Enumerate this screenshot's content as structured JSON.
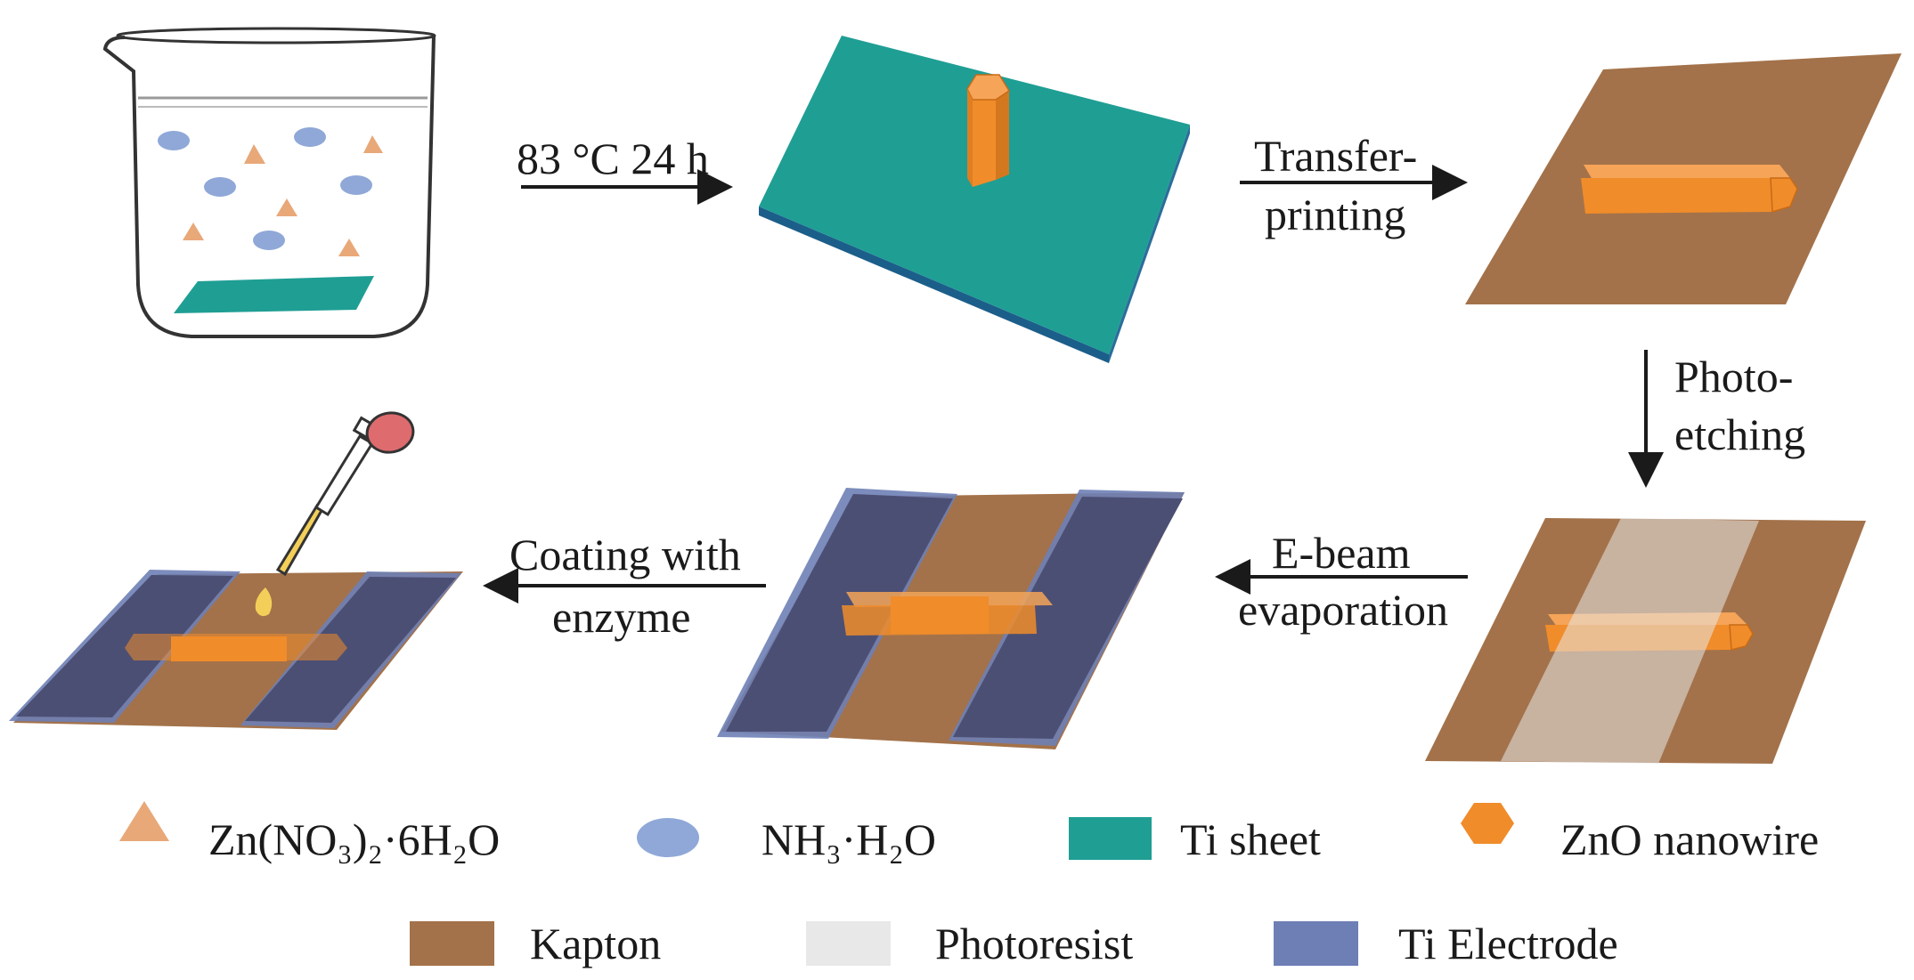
{
  "steps": {
    "s1": "83 °C 24 h",
    "s2_line1": "Transfer-",
    "s2_line2": "printing",
    "s3_line1": "Photo-",
    "s3_line2": "etching",
    "s4_line1": "E-beam",
    "s4_line2": "evaporation",
    "s5_line1": "Coating with",
    "s5_line2": "enzyme"
  },
  "legend": {
    "zn_nitrate": "Zn(NO₃)₂·6H₂O",
    "ammonia": "NH₃·H₂O",
    "ti_sheet": "Ti sheet",
    "zno_nanowire": "ZnO nanowire",
    "kapton": "Kapton",
    "photoresist": "Photoresist",
    "ti_electrode": "Ti Electrode"
  },
  "colors": {
    "zn_nitrate": "#e8a878",
    "ammonia": "#8fa8d8",
    "ti_sheet": "#1f9e94",
    "zno_nanowire": "#f08c2a",
    "kapton": "#a3724a",
    "photoresist": "#e8e8e8",
    "ti_electrode": "#6e7fb5"
  }
}
